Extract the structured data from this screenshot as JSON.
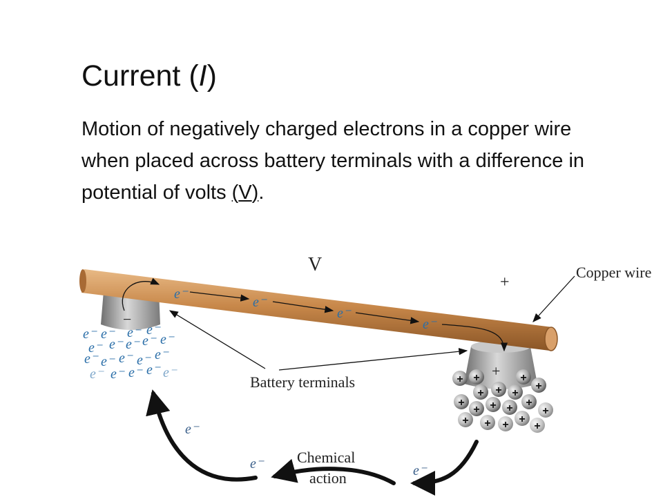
{
  "slide": {
    "title": "Current",
    "title_symbol": "I",
    "body_text": "Motion of negatively charged electrons in a copper wire when placed across battery terminals with a difference in potential of volts",
    "body_unit": "V"
  },
  "diagram": {
    "voltage_label": "V",
    "copper_wire_label": "Copper wire",
    "battery_terminals_label": "Battery terminals",
    "chemical_action_line1": "Chemical",
    "chemical_action_line2": "action",
    "electron_symbol": "e⁻",
    "negative_sign": "−",
    "positive_sign": "+",
    "colors": {
      "wire": "#c8884a",
      "electron": "#2a6ea8",
      "terminal": "#9a9a9a",
      "arrow": "#111111"
    }
  }
}
